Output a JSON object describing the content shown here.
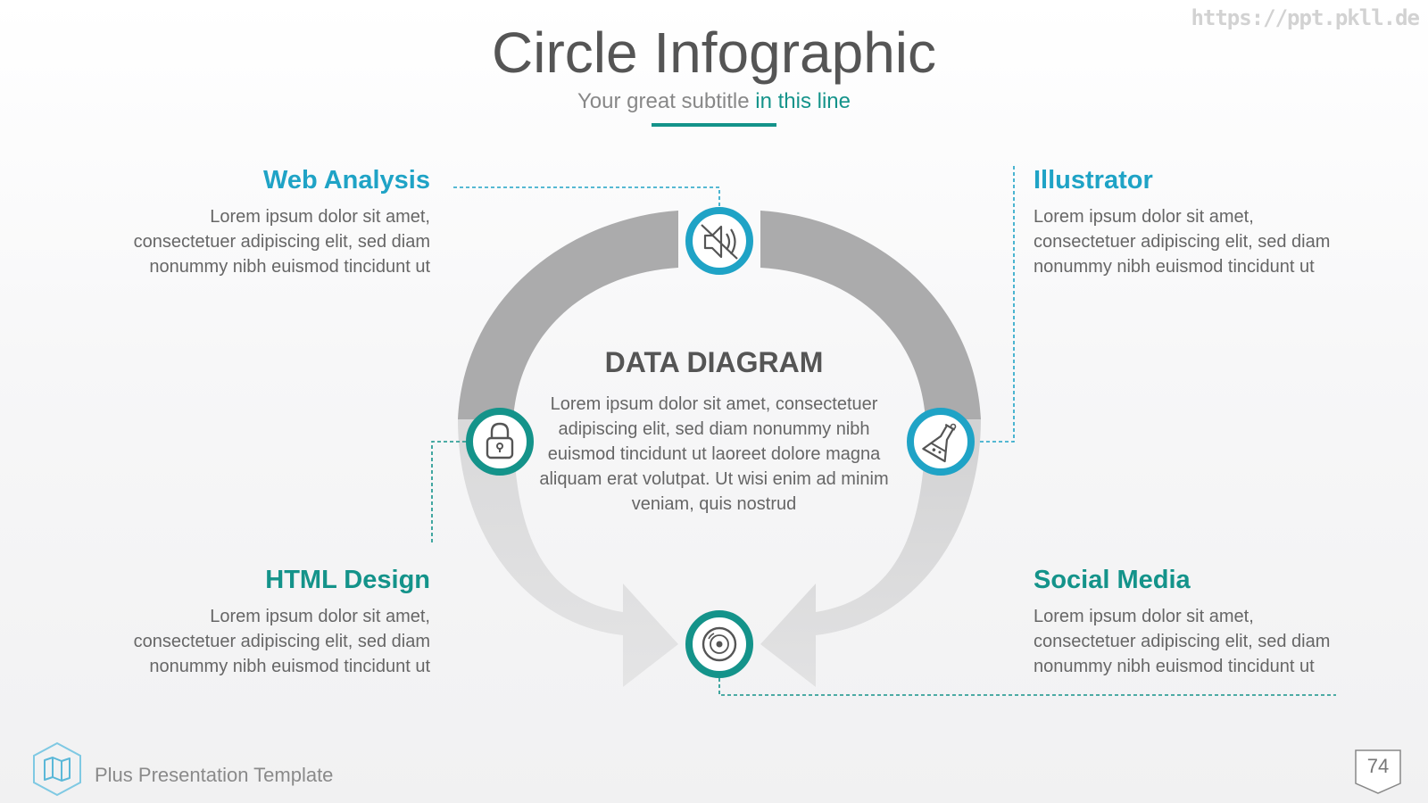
{
  "watermark": "https://ppt.pkll.de",
  "header": {
    "title": "Circle Infographic",
    "subtitle_plain": "Your great subtitle ",
    "subtitle_highlight": "in this line"
  },
  "center": {
    "heading": "DATA DIAGRAM",
    "body": "Lorem ipsum dolor sit amet, consectetuer adipiscing elit, sed diam nonummy nibh euismod tincidunt ut laoreet dolore magna aliquam erat volutpat. Ut wisi enim ad minim veniam, quis nostrud"
  },
  "items": [
    {
      "title": "Web Analysis",
      "body": "Lorem ipsum dolor sit amet, consectetuer adipiscing elit, sed diam nonummy nibh euismod tincidunt ut",
      "icon": "speaker-icon",
      "color": "#1fa3c6"
    },
    {
      "title": "Illustrator",
      "body": "Lorem ipsum dolor sit amet, consectetuer adipiscing elit, sed diam nonummy nibh euismod tincidunt ut",
      "icon": "flask-icon",
      "color": "#1fa3c6"
    },
    {
      "title": "HTML Design",
      "body": "Lorem ipsum dolor sit amet, consectetuer adipiscing elit, sed diam nonummy nibh euismod tincidunt ut",
      "icon": "lock-icon",
      "color": "#14938a"
    },
    {
      "title": "Social Media",
      "body": "Lorem ipsum dolor sit amet, consectetuer adipiscing elit, sed diam nonummy nibh euismod tincidunt ut",
      "icon": "disc-icon",
      "color": "#14938a"
    }
  ],
  "footer": {
    "template_name": "Plus Presentation Template",
    "page_number": "74"
  },
  "colors": {
    "accent_blue": "#1fa3c6",
    "accent_teal": "#14938a",
    "arrow_dark": "#aaaaab",
    "arrow_light": "#d6d6d7"
  }
}
